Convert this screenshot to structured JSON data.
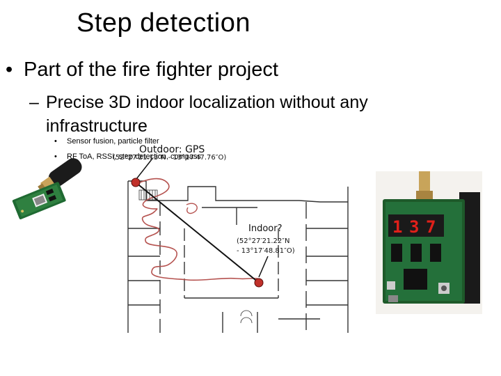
{
  "slide": {
    "title": "Step detection",
    "bullet_1": "Part of the fire fighter project",
    "bullet_2_line1": "Precise 3D indoor localization without any",
    "bullet_2_line2": "infrastructure",
    "bullet_3a": "Sensor fusion, particle filter",
    "bullet_3b": "RF ToA, RSSI, step detection, compass"
  },
  "map": {
    "outdoor_label": "Outdoor: GPS",
    "outdoor_coords": "(52°27′21.13″N - 13°17′47.76″O)",
    "indoor_label": "Indoor?",
    "indoor_coords_line1": "(52°27′21.22″N",
    "indoor_coords_line2": "- 13°17′48.81″O)"
  },
  "display_digits": [
    "1",
    "3",
    "7"
  ],
  "colors": {
    "path_red": "#b5524f",
    "marker_red": "#c0302a",
    "pcb_green": "#1e5a2a",
    "led_red": "#e0201a"
  }
}
